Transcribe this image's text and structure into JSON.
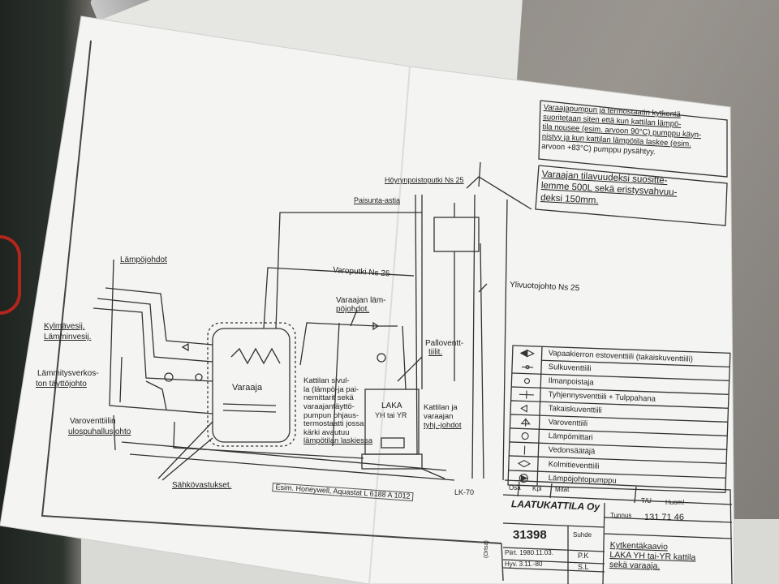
{
  "diagram": {
    "labels": {
      "lampojohdot": "Lämpöjohdot",
      "kylmavesij": "Kylmävesij.",
      "lamminvesij": "Lämminvesij.",
      "lammitysverkosto_1": "Lämmitysverkos-",
      "lammitysverkosto_2": "ton täyttöjohto",
      "varoventtiilin_1": "Varoventtiilin",
      "varoventtiilin_2": "ulospuhallusjohto",
      "varaaja": "Varaaja",
      "sahkovastukset": "Sähkövastukset.",
      "varoputki": "Varoputki  Ns 25",
      "varaajan_lampojohdot_1": "Varaajan läm-",
      "varaajan_lampojohdot_2": "pöjohdot.",
      "hoyrynpoistoputki": "Höyrynpoistoputki Ns 25",
      "paisunta_astia": "Paisunta-astia",
      "ylivuotojohto": "Ylivuotojohto Ns 25",
      "palloventtiilit_1": "Palloventt-",
      "palloventtiilit_2": "tiilit.",
      "kattilan_sivul_lines": [
        "Kattilan sivul-",
        "la (lämpö-ja pai-",
        "nemittarit sekä",
        "varaajantäyttö-",
        "pumpun ohjaus-",
        "termostaatti jossa",
        "kärki avautuu",
        "lämpötilan laskiessa"
      ],
      "laka_1": "LAKA",
      "laka_2": "YH tai YR",
      "kattilan_ja_lines": [
        "Kattilan ja",
        "varaajan",
        "tyhj.-johdot"
      ],
      "esim_honeywell": "Esim. Honeywell, Aquastat L 6188 A 1012",
      "lk70": "LK-70"
    },
    "notes": {
      "pump_note_lines": [
        "Varaajapumpun ja termostaatin kytkentä",
        "suoritetaan siten että kun kattilan lämpö-",
        "tila nousee (esim. arvoon 90°C) pumppu käyn-",
        "nistyy ja kun kattilan lämpötila laskee (esim.",
        "arvoon +83°C) pumppu pysähtyy."
      ],
      "volume_note_lines": [
        "Varaajan tilavuudeksi suosittе-",
        "lemme 500L sekä eristysvahvuu-",
        "deksi 150mm."
      ]
    },
    "legend": [
      "Vapaakierron estoventtiili (takaiskuventtiili)",
      "Sulkuventtiili",
      "Ilmanpoistaja",
      "Tyhjennysventtiili + Tulppahana",
      "Takaiskuventtiili",
      "Varoventtiili",
      "Lämpömittari",
      "Vedonsäätäjä",
      "Kolmitieventtiili",
      "Lämpöjohtopumppu"
    ],
    "title_block": {
      "osa": "Osa",
      "kpl": "Kpl",
      "mitat": "Mitat",
      "tu": "T/U",
      "huom": "Huom!",
      "company": "LAATUKATTILA Oy",
      "tunnus_label": "Tunnus",
      "tunnus": "131 71 46",
      "number": "31398",
      "suhde": "Suhde",
      "piirt": "Piirt. 1980.11.03.",
      "piirt_sign": "P.K",
      "hyv": "Hyv. 3.11.-80",
      "hyv_sign": "S.L",
      "side_code": "(Ortsa)",
      "title_lines": [
        "Kytkentäkaavio",
        "LAKA YH tai-YR kattila",
        "sekä varaaja."
      ]
    }
  }
}
